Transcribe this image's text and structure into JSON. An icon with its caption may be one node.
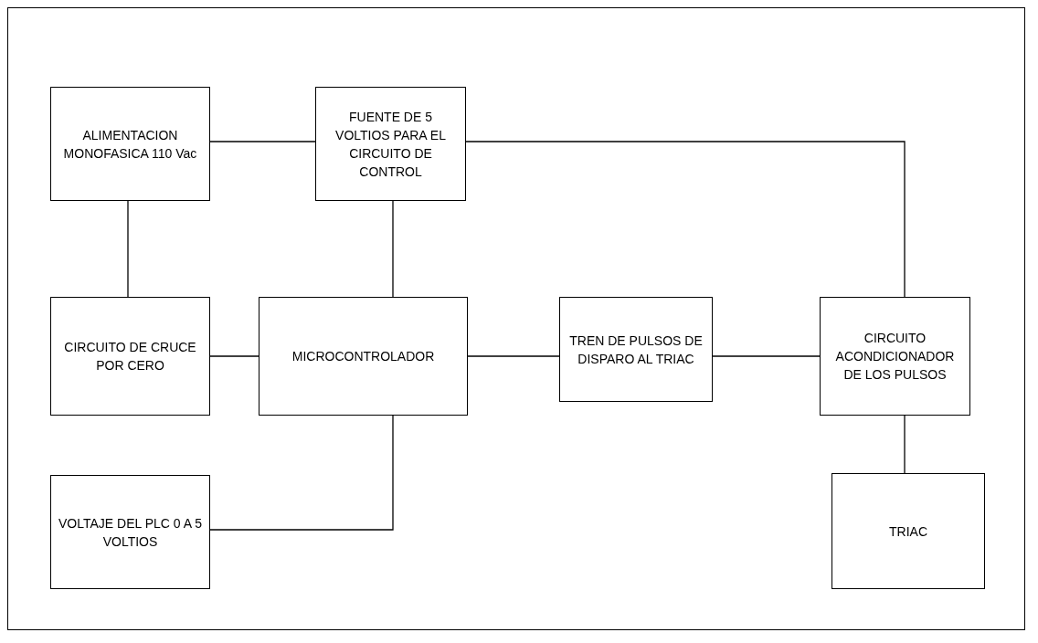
{
  "diagram": {
    "nodes": [
      {
        "text": [
          "ALIMENTACION MONOFASICA 110 Vac"
        ]
      },
      {
        "text": [
          "FUENTE DE 5 VOLTIOS PARA EL CIRCUITO DE CONTROL"
        ]
      },
      {
        "text": [
          "CIRCUITO DE CRUCE POR CERO"
        ]
      },
      {
        "text": [
          "MICROCONTROLADOR"
        ]
      },
      {
        "text": [
          "TREN DE PULSOS DE DISPARO AL TRIAC"
        ]
      },
      {
        "text": [
          "CIRCUITO ACONDICIONADOR DE LOS PULSOS"
        ]
      },
      {
        "text": [
          "VOLTAJE DEL PLC 0 A 5 VOLTIOS"
        ]
      },
      {
        "text": [
          "TRIAC"
        ]
      }
    ],
    "edges": [
      {
        "from": 0,
        "to": 1,
        "arrow": "none"
      },
      {
        "from": 1,
        "to": 5,
        "arrow": "none"
      },
      {
        "from": 0,
        "to": 2,
        "arrow": "none"
      },
      {
        "from": 1,
        "to": 3,
        "arrow": "none"
      },
      {
        "from": 2,
        "to": 3,
        "arrow": "none"
      },
      {
        "from": 3,
        "to": 4,
        "arrow": "none"
      },
      {
        "from": 4,
        "to": 5,
        "arrow": "none"
      },
      {
        "from": 3,
        "to": 6,
        "arrow": "none"
      },
      {
        "from": 5,
        "to": 7,
        "arrow": "none"
      }
    ]
  }
}
